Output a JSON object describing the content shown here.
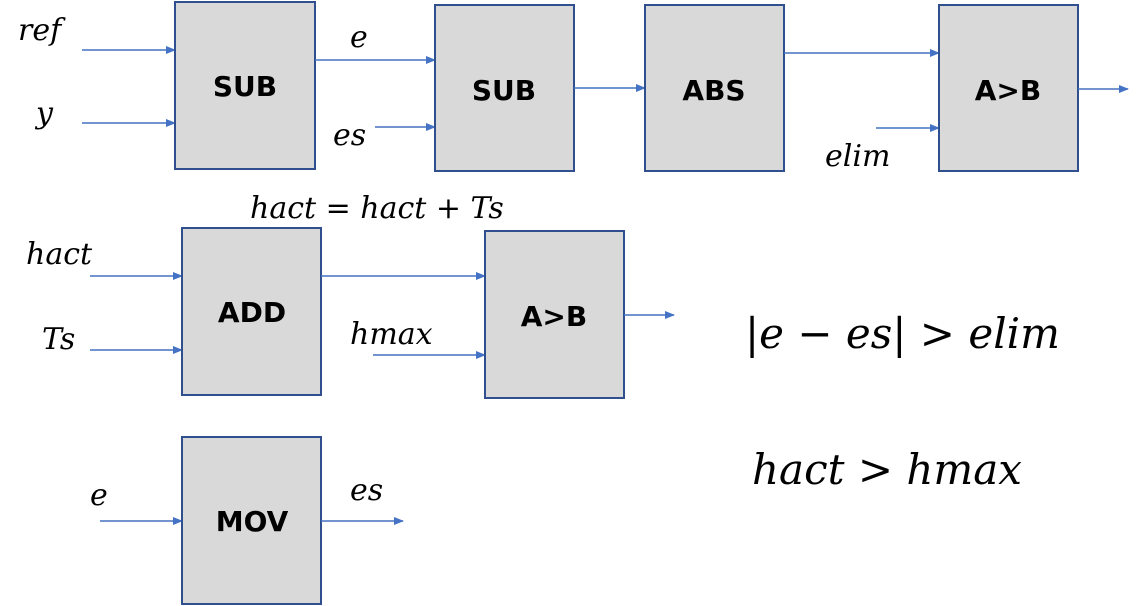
{
  "colors": {
    "wire": "#4472c4",
    "block_fill": "#d9d9d9",
    "block_border": "#2f4f8f"
  },
  "blocks": {
    "sub1": "SUB",
    "sub2": "SUB",
    "abs": "ABS",
    "cmp1": "A>B",
    "add": "ADD",
    "cmp2": "A>B",
    "mov": "MOV"
  },
  "signals": {
    "ref": "ref",
    "y": "y",
    "e_out": "e",
    "es_in": "es",
    "elim": "elim",
    "hact": "hact",
    "ts": "Ts",
    "hmax": "hmax",
    "e_in_mov": "e",
    "es_out_mov": "es"
  },
  "equations": {
    "hact_update": "hact = hact + Ts",
    "error_condition": "|e − es| > elim",
    "time_condition": "hact > hmax"
  }
}
